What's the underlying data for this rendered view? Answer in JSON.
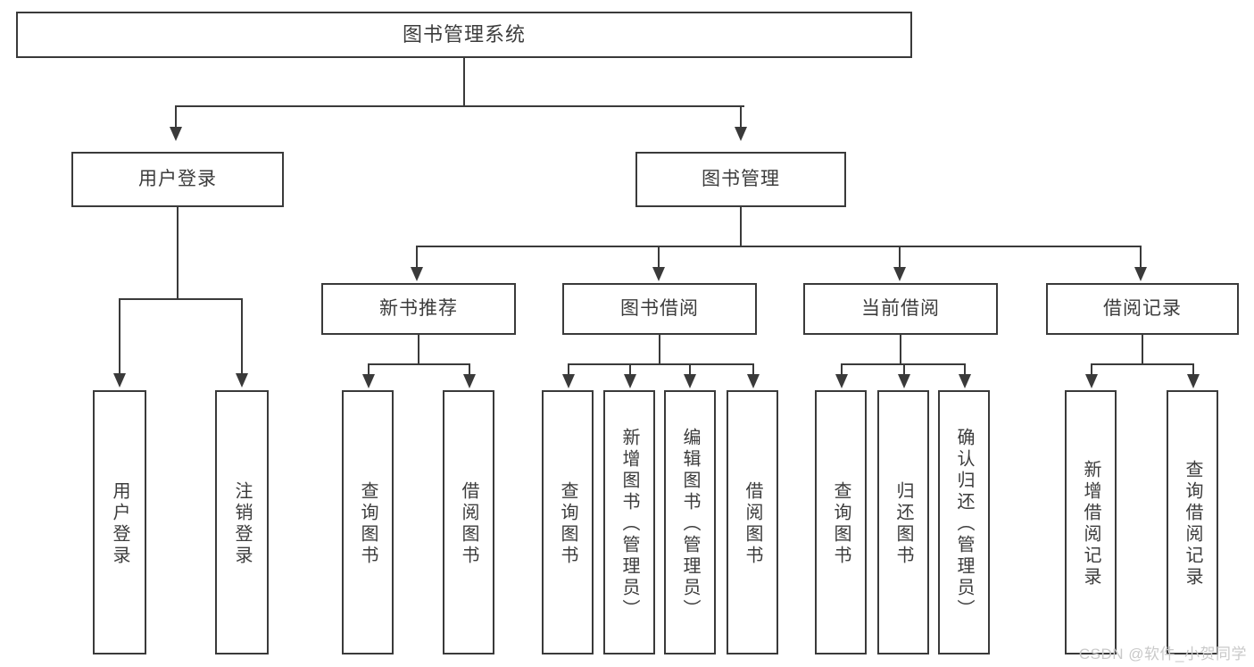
{
  "diagram": {
    "type": "tree",
    "title": "图书管理系统",
    "orientation": "top-down",
    "colors": {
      "box_border": "#3a3a3a",
      "box_fill": "#ffffff",
      "text": "#3c3c3c",
      "connector": "#3a3a3a",
      "watermark": "#c9c9c9",
      "background": "#ffffff"
    }
  },
  "root": {
    "label": "图书管理系统"
  },
  "level2": [
    {
      "label": "用户登录"
    },
    {
      "label": "图书管理"
    }
  ],
  "level3": [
    {
      "label": "新书推荐"
    },
    {
      "label": "图书借阅"
    },
    {
      "label": "当前借阅"
    },
    {
      "label": "借阅记录"
    }
  ],
  "leaves": {
    "user_login": [
      {
        "label": "用户登录"
      },
      {
        "label": "注销登录"
      }
    ],
    "new_book": [
      {
        "label": "查询图书"
      },
      {
        "label": "借阅图书"
      }
    ],
    "book_borrow": [
      {
        "label": "查询图书"
      },
      {
        "label": "新增图书（管理员）"
      },
      {
        "label": "编辑图书（管理员）"
      },
      {
        "label": "借阅图书"
      }
    ],
    "current_borrow": [
      {
        "label": "查询图书"
      },
      {
        "label": "归还图书"
      },
      {
        "label": "确认归还（管理员）"
      }
    ],
    "borrow_record": [
      {
        "label": "新增借阅记录"
      },
      {
        "label": "查询借阅记录"
      }
    ]
  },
  "watermark": {
    "text": "CSDN @软件_小贺同学"
  }
}
